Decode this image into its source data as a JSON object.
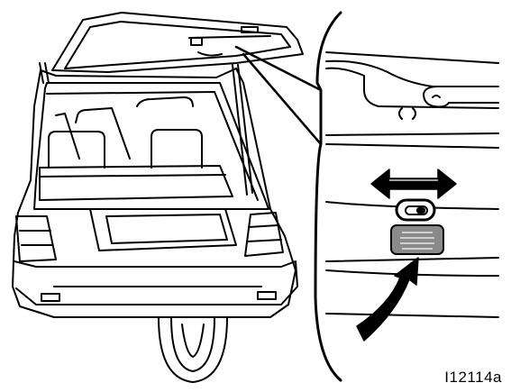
{
  "figure": {
    "code": "I12114a"
  },
  "colors": {
    "line": "#000000",
    "fill_light": "#ffffff",
    "arrow_fill": "#000000",
    "switch_fill": "#8a8a8a"
  },
  "icons": {
    "detail_arrow": "curved-arrow-pointing-up-right",
    "slide_direction": "double-headed-horizontal-arrow"
  }
}
